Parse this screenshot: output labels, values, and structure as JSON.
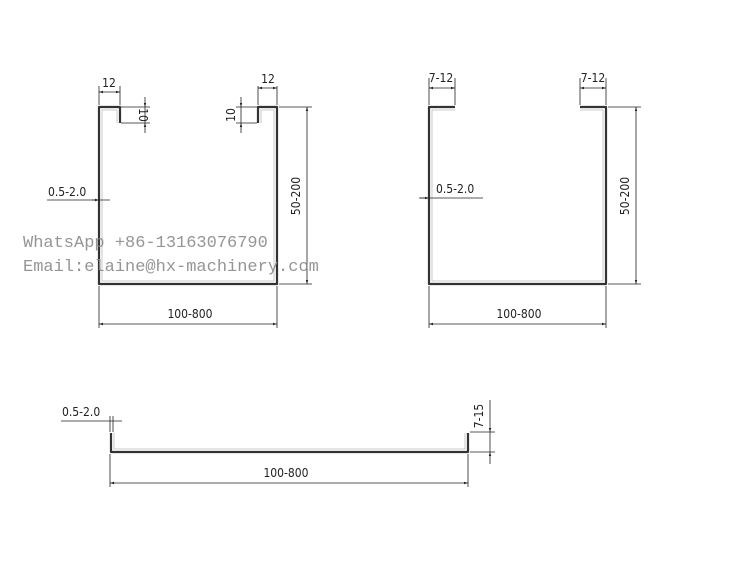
{
  "drawing_1": {
    "flange_width_left": "12",
    "flange_width_right": "12",
    "return_height_left": "10",
    "return_height_right": "10",
    "thickness": "0.5-2.0",
    "height": "50-200",
    "width": "100-800"
  },
  "drawing_2": {
    "flange_width_left": "7-12",
    "flange_width_right": "7-12",
    "thickness": "0.5-2.0",
    "height": "50-200",
    "width": "100-800"
  },
  "drawing_3": {
    "thickness": "0.5-2.0",
    "lip_height": "7-15",
    "width": "100-800"
  },
  "watermark": {
    "whatsapp": "WhatsApp +86-13163076790",
    "email": "Email:elaine@hx-machinery.com"
  }
}
